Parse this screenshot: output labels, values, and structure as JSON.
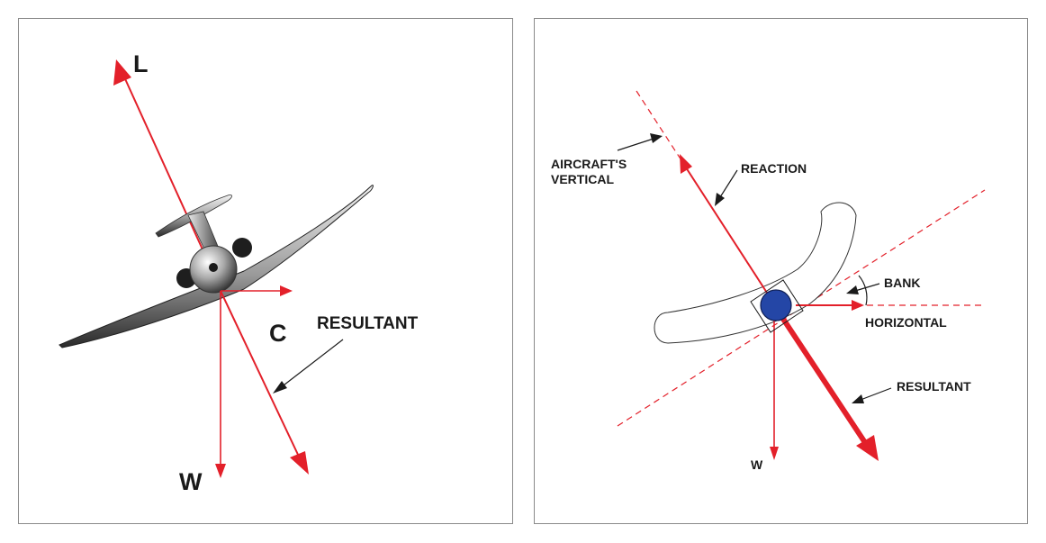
{
  "left_diagram": {
    "labels": {
      "lift": "L",
      "centripetal": "C",
      "weight": "W",
      "resultant": "RESULTANT"
    }
  },
  "right_diagram": {
    "labels": {
      "aircraft_vertical_line1": "AIRCRAFT'S",
      "aircraft_vertical_line2": "VERTICAL",
      "reaction": "REACTION",
      "bank": "BANK",
      "horizontal": "HORIZONTAL",
      "resultant": "RESULTANT",
      "weight": "W"
    }
  },
  "colors": {
    "force_vector": "#e3202a",
    "ball": "#2446a6",
    "ink": "#1a1a1a",
    "border": "#8a8a8a"
  }
}
